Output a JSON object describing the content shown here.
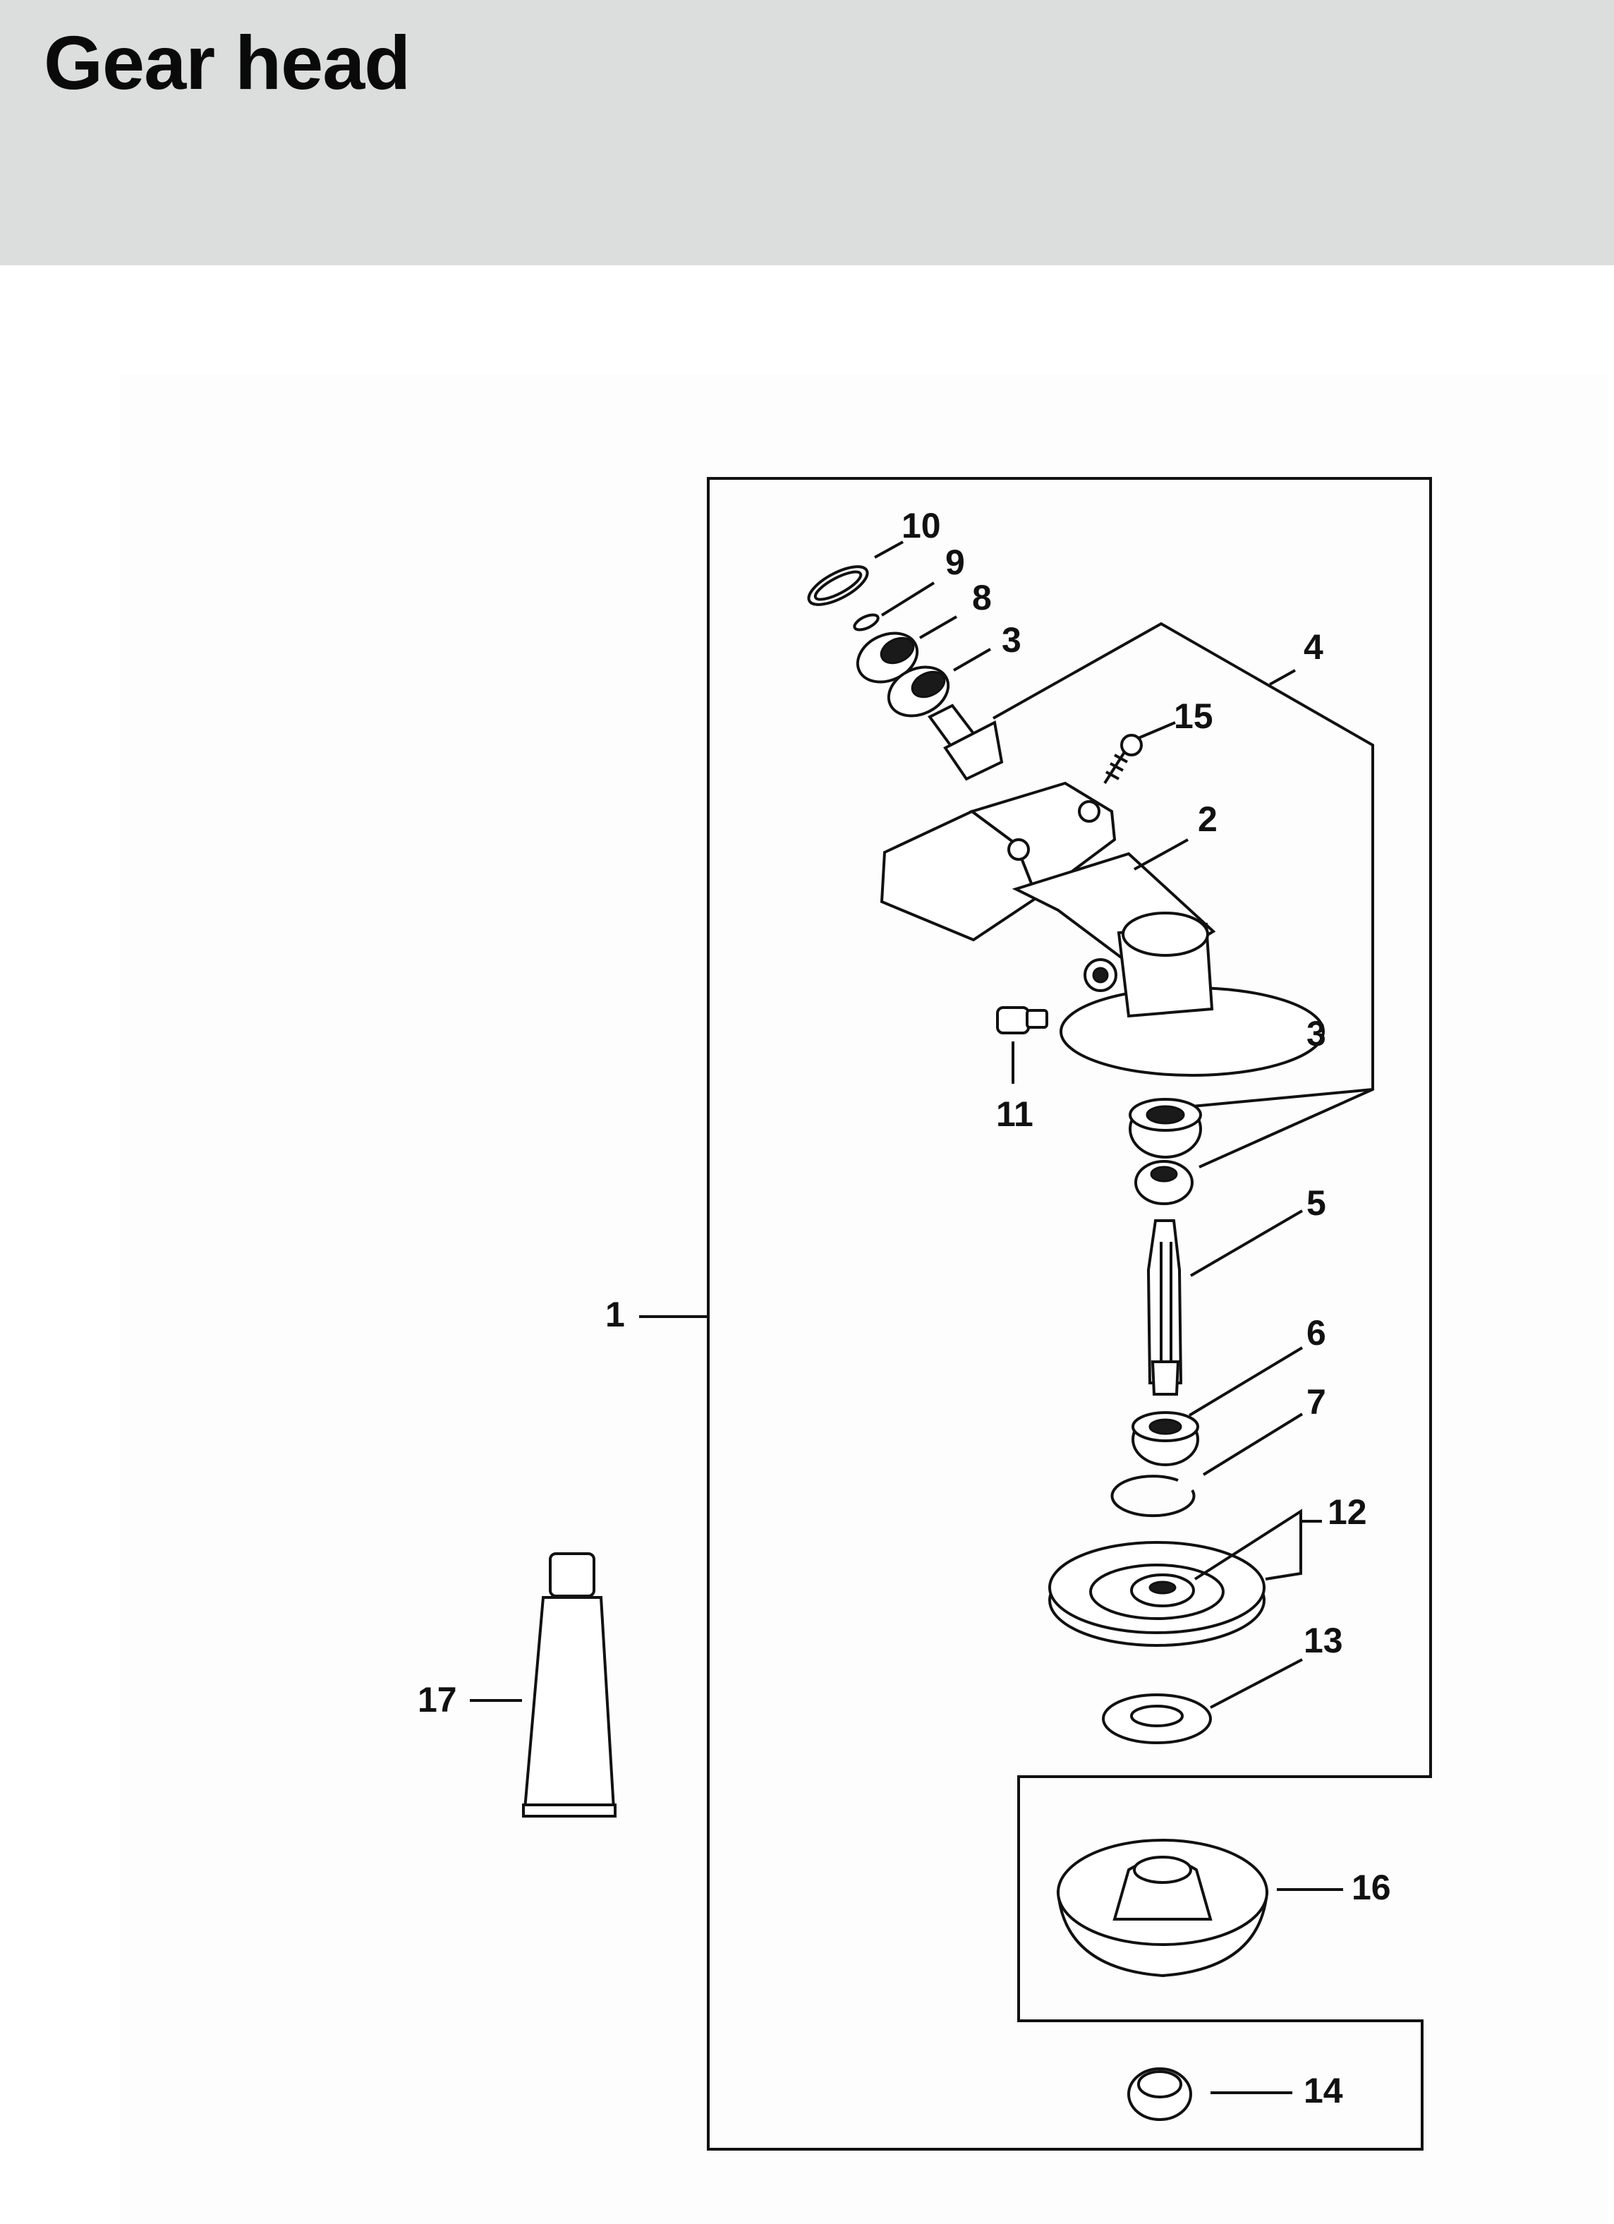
{
  "header": {
    "title": "Gear head",
    "background_color": "#dcdedd"
  },
  "diagram": {
    "callouts": [
      "1",
      "2",
      "3",
      "3",
      "4",
      "5",
      "6",
      "7",
      "8",
      "9",
      "10",
      "11",
      "12",
      "13",
      "14",
      "15",
      "16",
      "17"
    ],
    "parts": [
      "retaining-ring-10",
      "circlip-9",
      "ball-bearing-8",
      "ball-bearing-3-upper",
      "bevel-pinion",
      "screw-15",
      "gear-housing-2",
      "plug-11",
      "ball-bearing-3-lower",
      "bevel-gear",
      "spline-shaft-5",
      "ball-bearing-6",
      "circlip-7",
      "thrust-plate-12",
      "thrust-washer-13",
      "deflector-cup-16",
      "nut-14",
      "grease-tube-17"
    ]
  }
}
